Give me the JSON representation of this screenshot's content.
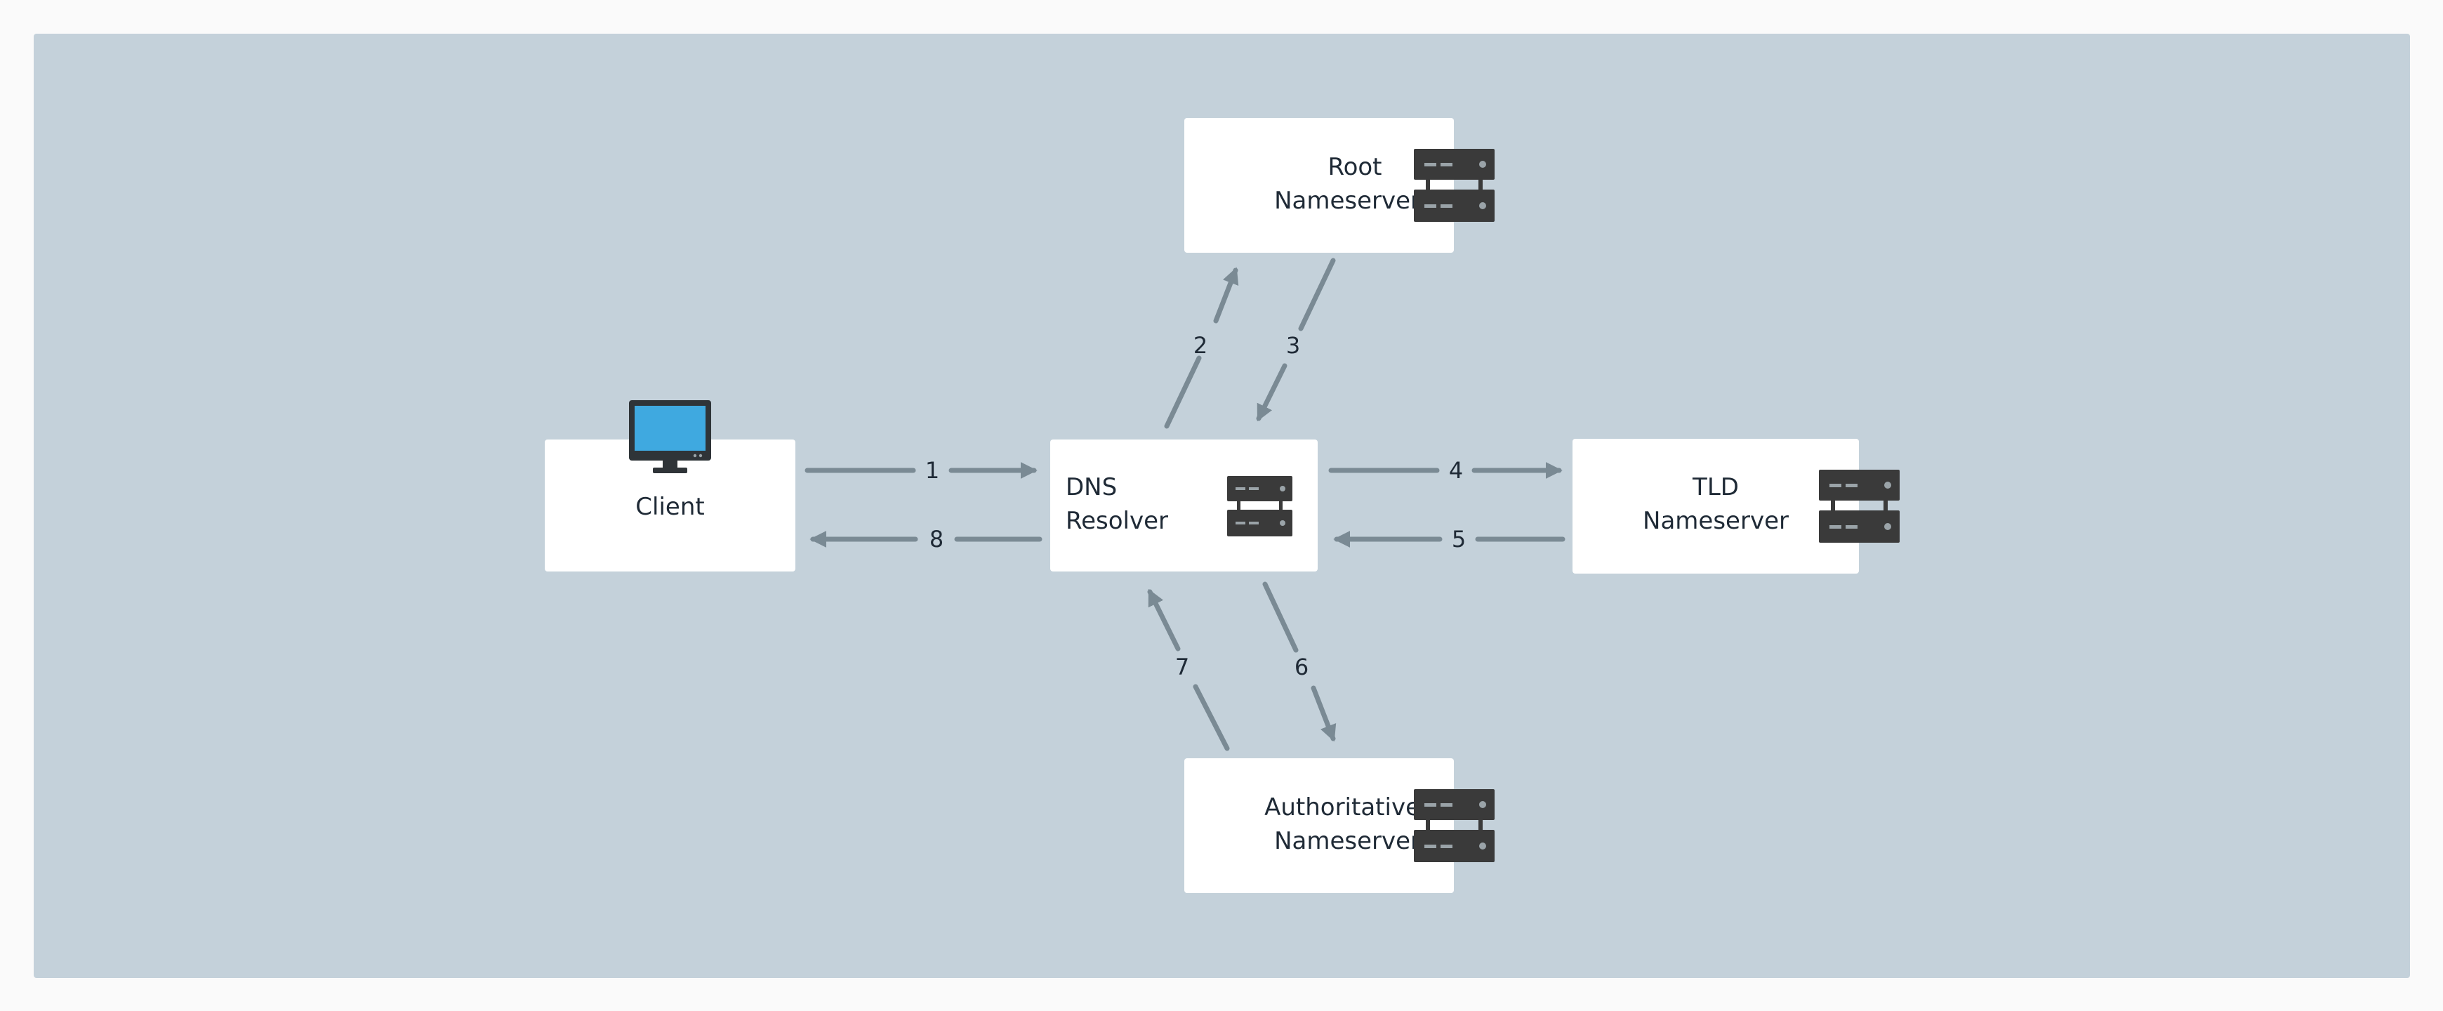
{
  "nodes": {
    "client": {
      "label": "Client"
    },
    "resolver": {
      "line1": "DNS",
      "line2": "Resolver"
    },
    "root": {
      "line1": "Root",
      "line2": "Nameserver"
    },
    "tld": {
      "line1": "TLD",
      "line2": "Nameserver"
    },
    "auth": {
      "line1": "Authoritative",
      "line2": "Nameserver"
    }
  },
  "steps": [
    "1",
    "2",
    "3",
    "4",
    "5",
    "6",
    "7",
    "8"
  ],
  "colors": {
    "background": "#c4d1da",
    "node": "#ffffff",
    "arrow": "#7a8a94",
    "server": "#3a3a3a",
    "monitor_screen": "#3fa9e0"
  },
  "icons": {
    "client": "monitor-icon",
    "server": "server-icon"
  }
}
